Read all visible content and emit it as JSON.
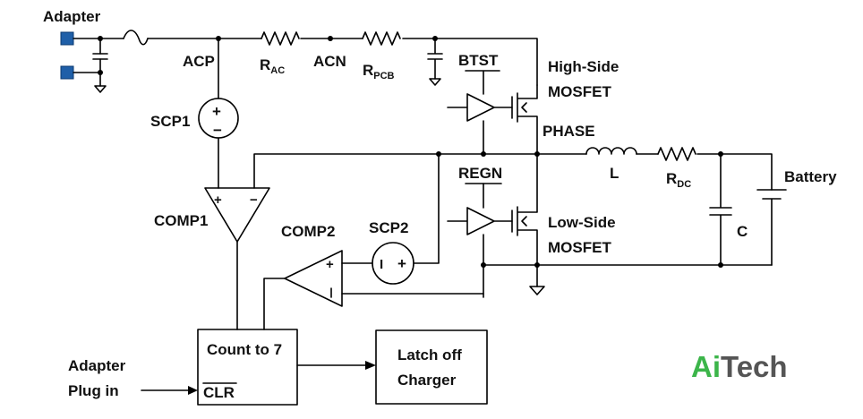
{
  "labels": {
    "adapter": "Adapter",
    "acp": "ACP",
    "r_ac_main": "R",
    "r_ac_sub": "AC",
    "acn": "ACN",
    "r_pcb_main": "R",
    "r_pcb_sub": "PCB",
    "btst": "BTST",
    "high_side_1": "High-Side",
    "high_side_2": "MOSFET",
    "phase": "PHASE",
    "inductor": "L",
    "r_dc_main": "R",
    "r_dc_sub": "DC",
    "battery": "Battery",
    "scp1": "SCP1",
    "comp1": "COMP1",
    "comp2": "COMP2",
    "scp2": "SCP2",
    "regn": "REGN",
    "low_side_1": "Low-Side",
    "low_side_2": "MOSFET",
    "capacitor": "C",
    "count_box": "Count to 7",
    "clr": "CLR",
    "latch_1": "Latch off",
    "latch_2": "Charger",
    "plug_1": "Adapter",
    "plug_2": "Plug in",
    "plus": "+",
    "minus": "−"
  },
  "logo": {
    "text_a": "Ai",
    "text_b": "Tech",
    "color_a": "#3cb54a",
    "color_b": "#555555"
  },
  "colors": {
    "terminal": "#1f5fa8",
    "wire": "#000000"
  },
  "icons": [
    "ground-icon",
    "resistor-icon",
    "inductor-icon",
    "capacitor-icon",
    "battery-icon",
    "mosfet-icon",
    "comparator-icon",
    "current-source-icon",
    "arrow-icon"
  ]
}
